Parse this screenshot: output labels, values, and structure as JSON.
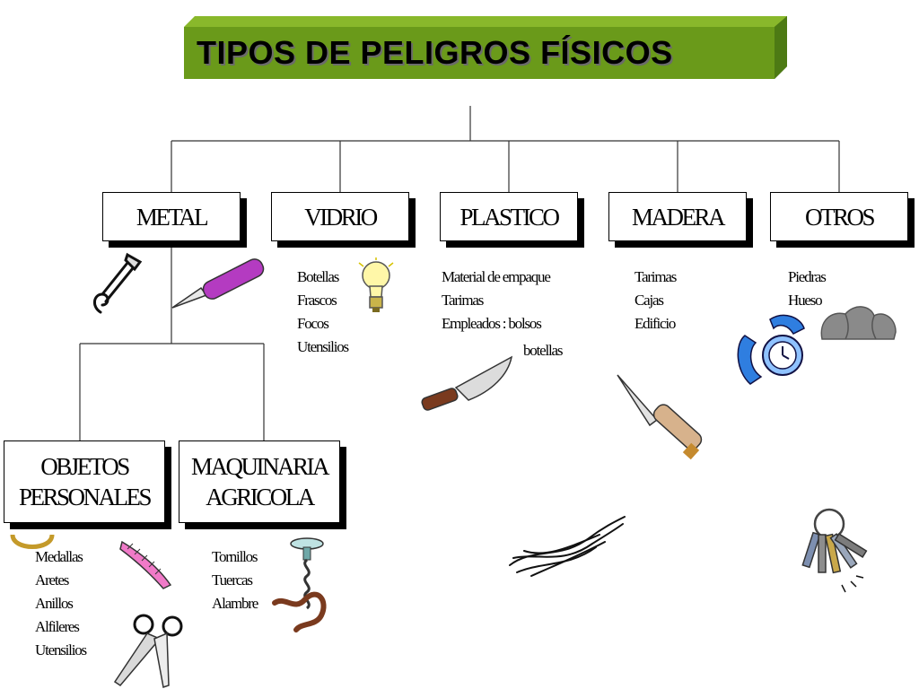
{
  "title": "TIPOS DE PELIGROS FÍSICOS",
  "colors": {
    "title_fill": "#6a9a1a",
    "title_shadow": "#3f6610"
  },
  "categories": {
    "metal": "METAL",
    "vidrio": "VIDRIO",
    "plastico": "PLASTICO",
    "madera": "MADERA",
    "otros": "OTROS"
  },
  "metal_sub": {
    "objetos": [
      "OBJETOS",
      "PERSONALES"
    ],
    "maquinaria": [
      "MAQUINARIA",
      "AGRICOLA"
    ]
  },
  "lists": {
    "vidrio": [
      "Botellas",
      "Frascos",
      "Focos",
      "Utensilios"
    ],
    "plastico": [
      "Material de empaque",
      "Tarimas",
      "Empleados : bolsos",
      "botellas"
    ],
    "madera": [
      "Tarimas",
      "Cajas",
      "Edificio"
    ],
    "otros": [
      "Piedras",
      "Hueso"
    ],
    "objetos": [
      "Medallas",
      "Aretes",
      "Anillos",
      "Alfileres",
      "Utensilios"
    ],
    "maquinaria": [
      "Tornillos",
      "Tuercas",
      "Alambre"
    ]
  },
  "clipart": [
    "safety-pin",
    "utility-knife",
    "light-bulb",
    "machete",
    "pocket-knife",
    "wristwatch",
    "stones",
    "hair",
    "keys",
    "ring",
    "comb",
    "scissors",
    "corkscrew"
  ]
}
